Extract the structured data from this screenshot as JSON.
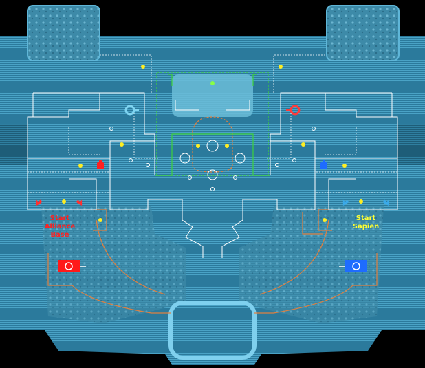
{
  "labels": {
    "left": {
      "line1": "Start",
      "line2": "Alliance Base",
      "color": "#ff2020"
    },
    "right": {
      "line1": "Start",
      "line2": "Sapien",
      "color": "#ffff33"
    }
  },
  "colors": {
    "background": "#000000",
    "terrain": "#3f95b8",
    "terrain_dark": "#1f5d79",
    "outline": "#ffffff",
    "green_zone": "#3cd23c",
    "orange_zone": "#e08040",
    "objective_dot": "#ffee22",
    "red_team": "#ff2020",
    "blue_team": "#1e6cff",
    "cyan_team": "#3aa9e8"
  },
  "icons": {
    "left_base": "red-base-flag-icon",
    "right_base": "blue-base-flag-icon",
    "left_spawn": "red-soldier-icon",
    "right_spawn": "blue-soldier-icon",
    "left_turret": "cyan-turret-icon",
    "right_turret": "red-turret-icon"
  }
}
